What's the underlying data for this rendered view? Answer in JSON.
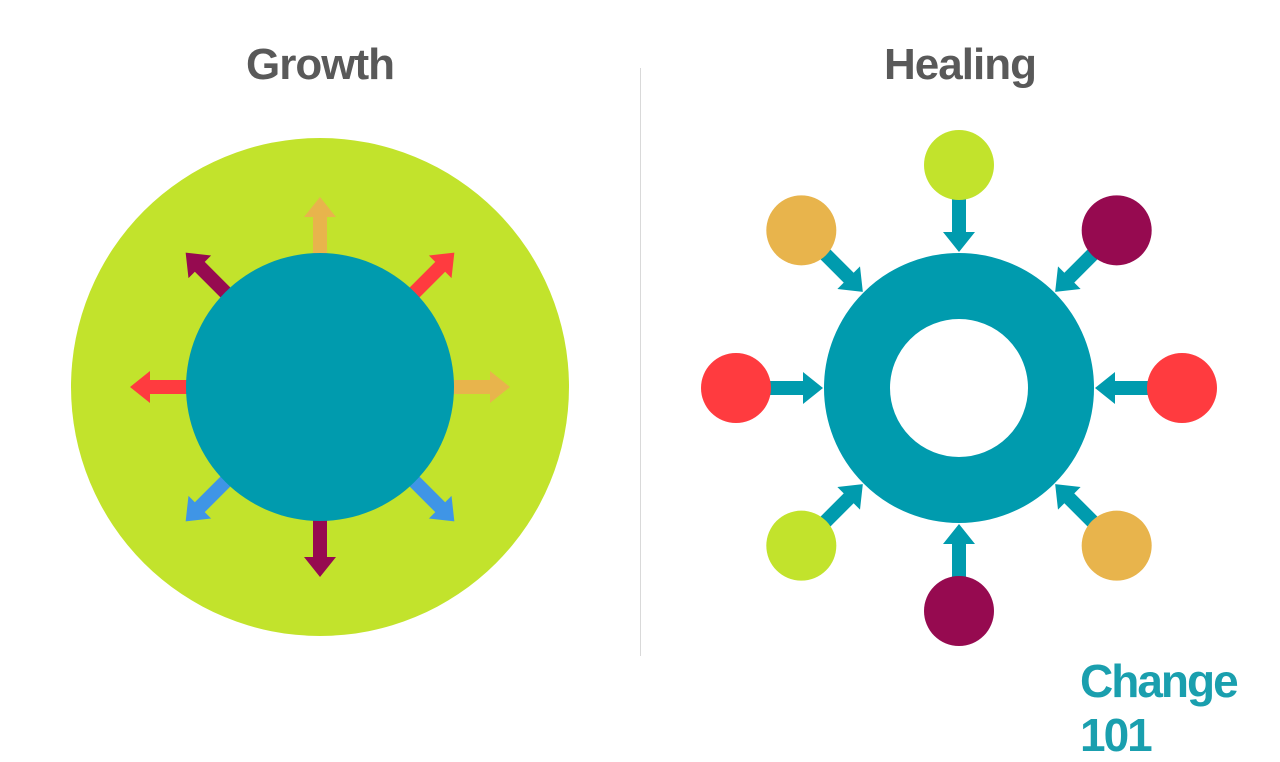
{
  "left": {
    "title": "Growth"
  },
  "right": {
    "title": "Healing"
  },
  "logo": {
    "text": "Change 101"
  },
  "colors": {
    "lime": "#C2E32C",
    "teal": "#009BAE",
    "orange": "#E8B44C",
    "red": "#FF3B3F",
    "blue": "#3F95E6",
    "maroon": "#960A50",
    "title": "#595959"
  },
  "growth_arrows": [
    "orange",
    "red",
    "orange",
    "blue",
    "maroon",
    "blue",
    "red",
    "maroon"
  ],
  "healing_satellites": [
    "lime",
    "maroon",
    "red",
    "orange",
    "maroon",
    "lime",
    "red",
    "orange"
  ]
}
